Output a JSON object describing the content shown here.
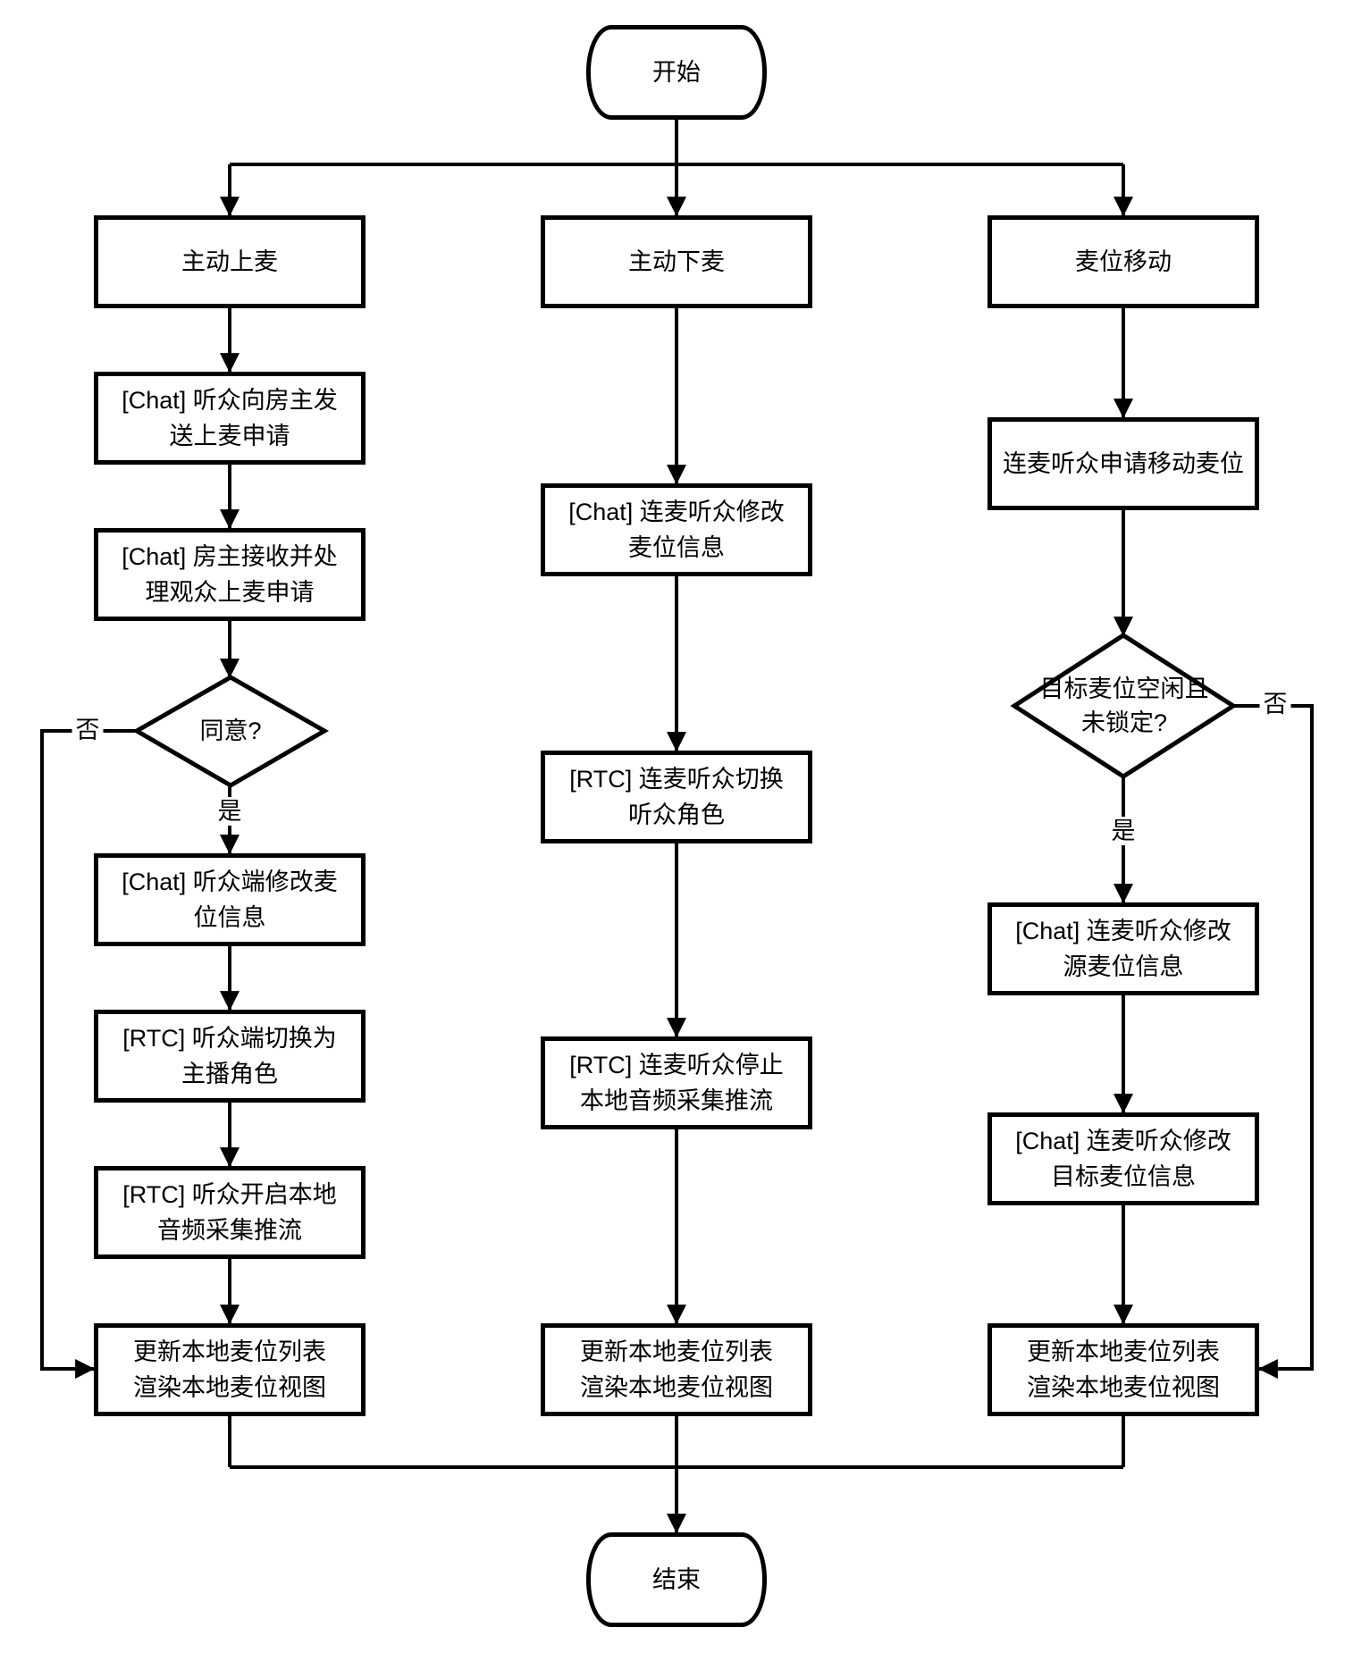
{
  "colors": {
    "line": "#000000",
    "background": "#ffffff"
  },
  "flow": {
    "start_label": "开始",
    "end_label": "结束",
    "yes_label": "是",
    "no_label": "否",
    "columns": [
      {
        "header": "主动上麦",
        "decision": "同意?",
        "steps": [
          "[Chat] 听众向房主发\n送上麦申请",
          "[Chat] 房主接收并处\n理观众上麦申请",
          "[Chat] 听众端修改麦\n位信息",
          "[RTC] 听众端切换为\n主播角色",
          "[RTC] 听众开启本地\n音频采集推流",
          "更新本地麦位列表\n渲染本地麦位视图"
        ]
      },
      {
        "header": "主动下麦",
        "steps": [
          "[Chat] 连麦听众修改\n麦位信息",
          "[RTC] 连麦听众切换\n听众角色",
          "[RTC] 连麦听众停止\n本地音频采集推流",
          "更新本地麦位列表\n渲染本地麦位视图"
        ]
      },
      {
        "header": "麦位移动",
        "decision": "目标麦位空闲且\n未锁定?",
        "steps": [
          "连麦听众申请移动麦位",
          "[Chat] 连麦听众修改\n源麦位信息",
          "[Chat] 连麦听众修改\n目标麦位信息",
          "更新本地麦位列表\n渲染本地麦位视图"
        ]
      }
    ]
  }
}
